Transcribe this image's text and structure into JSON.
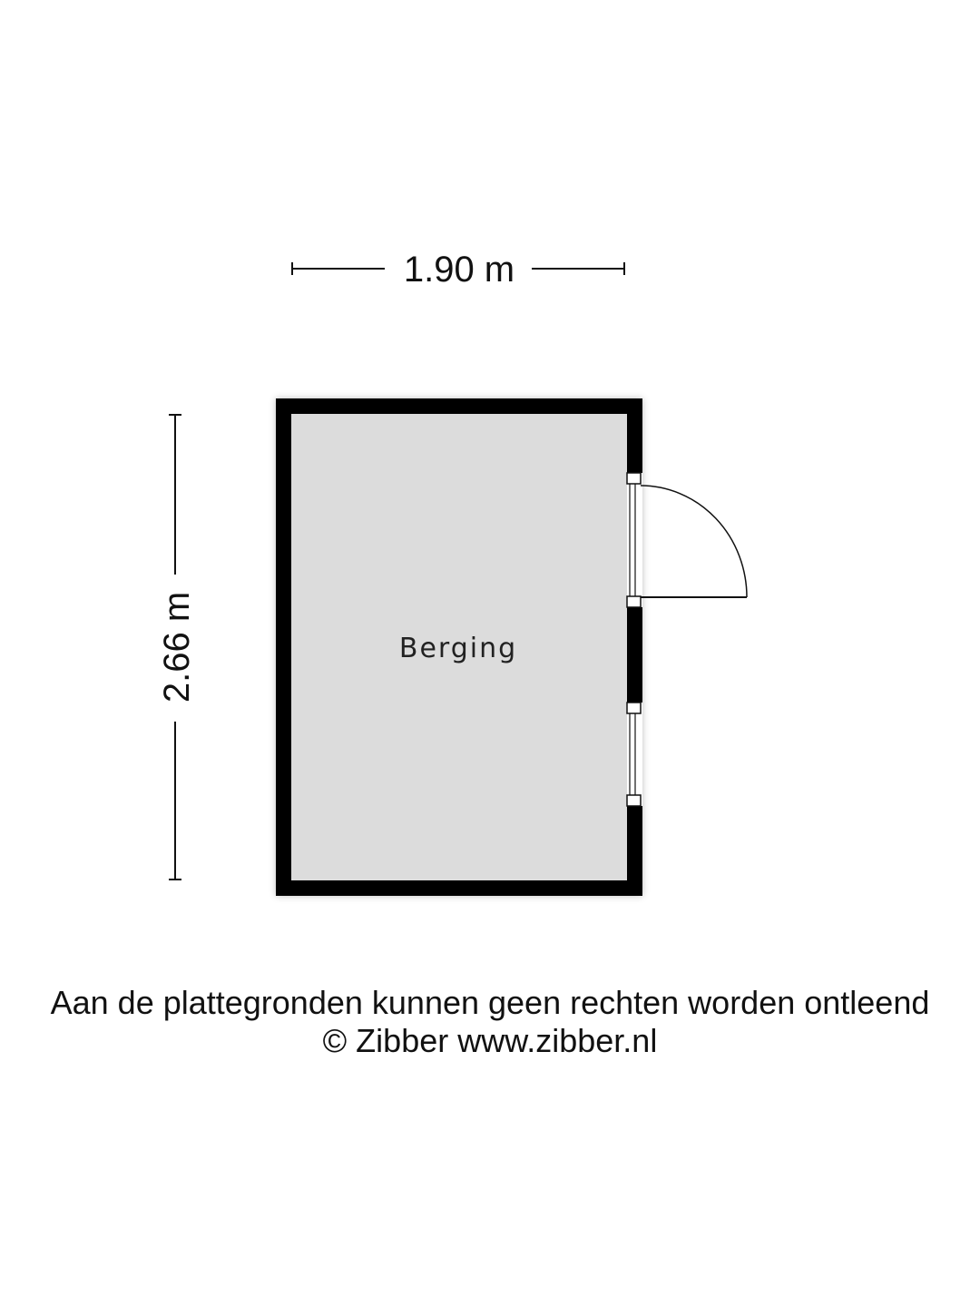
{
  "plan": {
    "width_dimension": "1.90 m",
    "height_dimension": "2.66 m",
    "room_name": "Berging"
  },
  "footer": {
    "disclaimer": "Aan de plattegronden kunnen geen rechten worden ontleend",
    "copyright": "© Zibber www.zibber.nl"
  },
  "colors": {
    "wall": "#000000",
    "floor": "#dcdcdc",
    "background": "#ffffff",
    "line": "#111111"
  }
}
